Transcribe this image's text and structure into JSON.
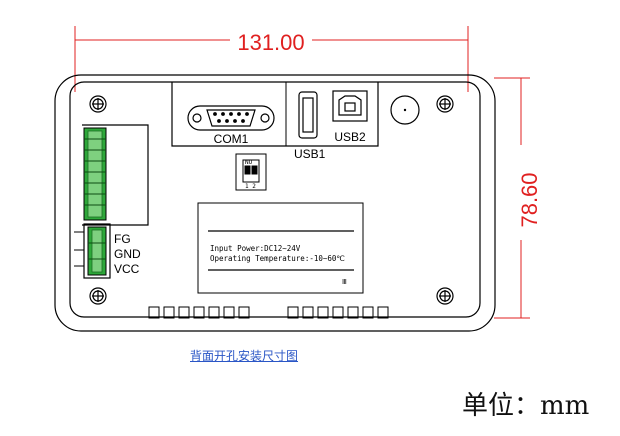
{
  "dimensions": {
    "width": "131.00",
    "height": "78.60"
  },
  "ports": {
    "com1": "COM1",
    "usb1": "USB1",
    "usb2": "USB2"
  },
  "dip_switch": {
    "on_label": "NO",
    "pin_labels": "1 2"
  },
  "power_terminals": {
    "fg": "FG",
    "gnd": "GND",
    "vcc": "VCC"
  },
  "nameplate": {
    "line1": "Input Power:DC12~24V",
    "line2": "Operating Temperature:-10~60℃",
    "mark": "Ⅲ"
  },
  "caption": "背面开孔安装尺寸图",
  "unit_label": "单位：mm",
  "colors": {
    "dimension": "#e02020",
    "terminal": "#2ea83a",
    "caption": "#2a56c6"
  }
}
